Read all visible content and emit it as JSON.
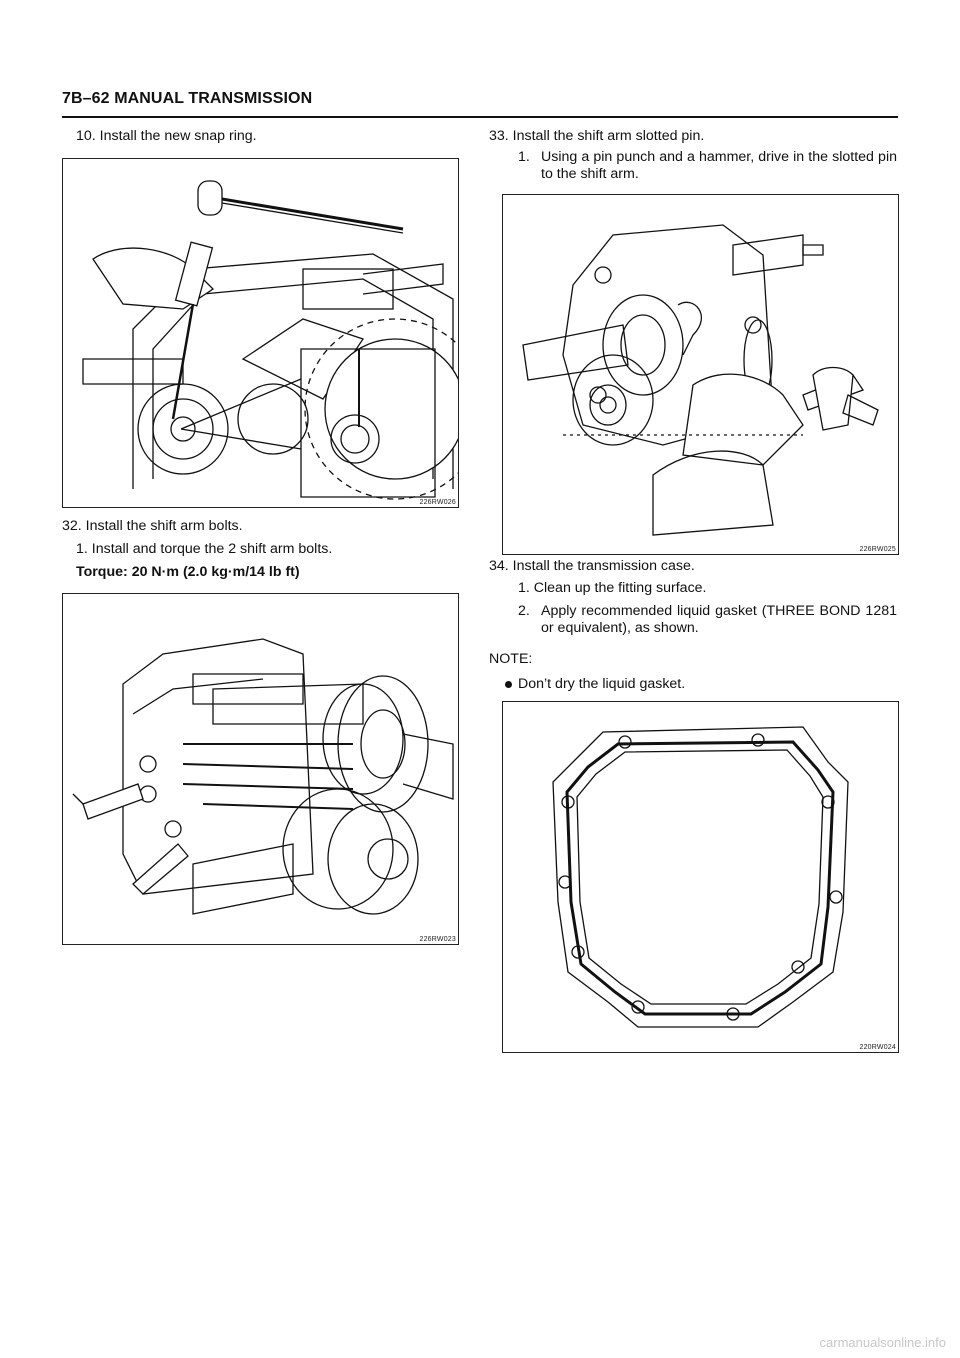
{
  "header": {
    "title": "7B–62  MANUAL TRANSMISSION"
  },
  "left": {
    "step10": "10. Install the new snap ring.",
    "figure1_code": "226RW026",
    "step32": "32. Install the shift arm bolts.",
    "step32_1": "1.   Install and torque the 2 shift arm bolts.",
    "torque": "Torque: 20 N·m (2.0 kg·m/14 lb ft)",
    "figure2_code": "226RW023"
  },
  "right": {
    "step33": "33. Install the shift arm slotted pin.",
    "step33_1_num": "1.",
    "step33_1": "Using a pin punch and a hammer, drive in the slotted pin to the shift arm.",
    "figure3_code": "226RW025",
    "step34": "34. Install the transmission case.",
    "step34_1": "1.   Clean up the fitting surface.",
    "step34_2_num": "2.",
    "step34_2": "Apply recommended liquid gasket (THREE BOND 1281 or equivalent), as shown.",
    "note_label": "NOTE:",
    "note_item": "Don’t dry the liquid gasket.",
    "figure4_code": "220RW024"
  },
  "footer": {
    "watermark": "carmanualsonline.info"
  }
}
